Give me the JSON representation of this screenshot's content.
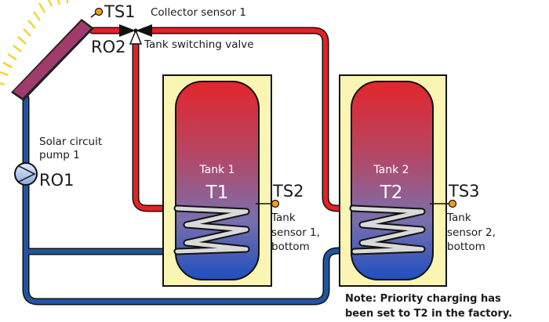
{
  "collector_sensor": {
    "code": "TS1",
    "label": "Collector sensor 1"
  },
  "valve": {
    "code": "RO2",
    "label": "Tank switching valve"
  },
  "pump": {
    "code": "RO1",
    "label_line1": "Solar circuit",
    "label_line2": "pump 1"
  },
  "tanks": [
    {
      "name": "Tank 1",
      "code": "T1",
      "sensor_code": "TS2",
      "sensor_label": [
        "Tank",
        "sensor 1,",
        "bottom"
      ]
    },
    {
      "name": "Tank 2",
      "code": "T2",
      "sensor_code": "TS3",
      "sensor_label": [
        "Tank",
        "sensor 2,",
        "bottom"
      ]
    }
  ],
  "note": {
    "line1": "Note: Priority charging has",
    "line2": "been set to T2 in the factory."
  },
  "colors": {
    "hot": "#e32323",
    "cold": "#1f55a3",
    "tank_frame": "#faf5b3",
    "sensor": "#f39c1a"
  }
}
